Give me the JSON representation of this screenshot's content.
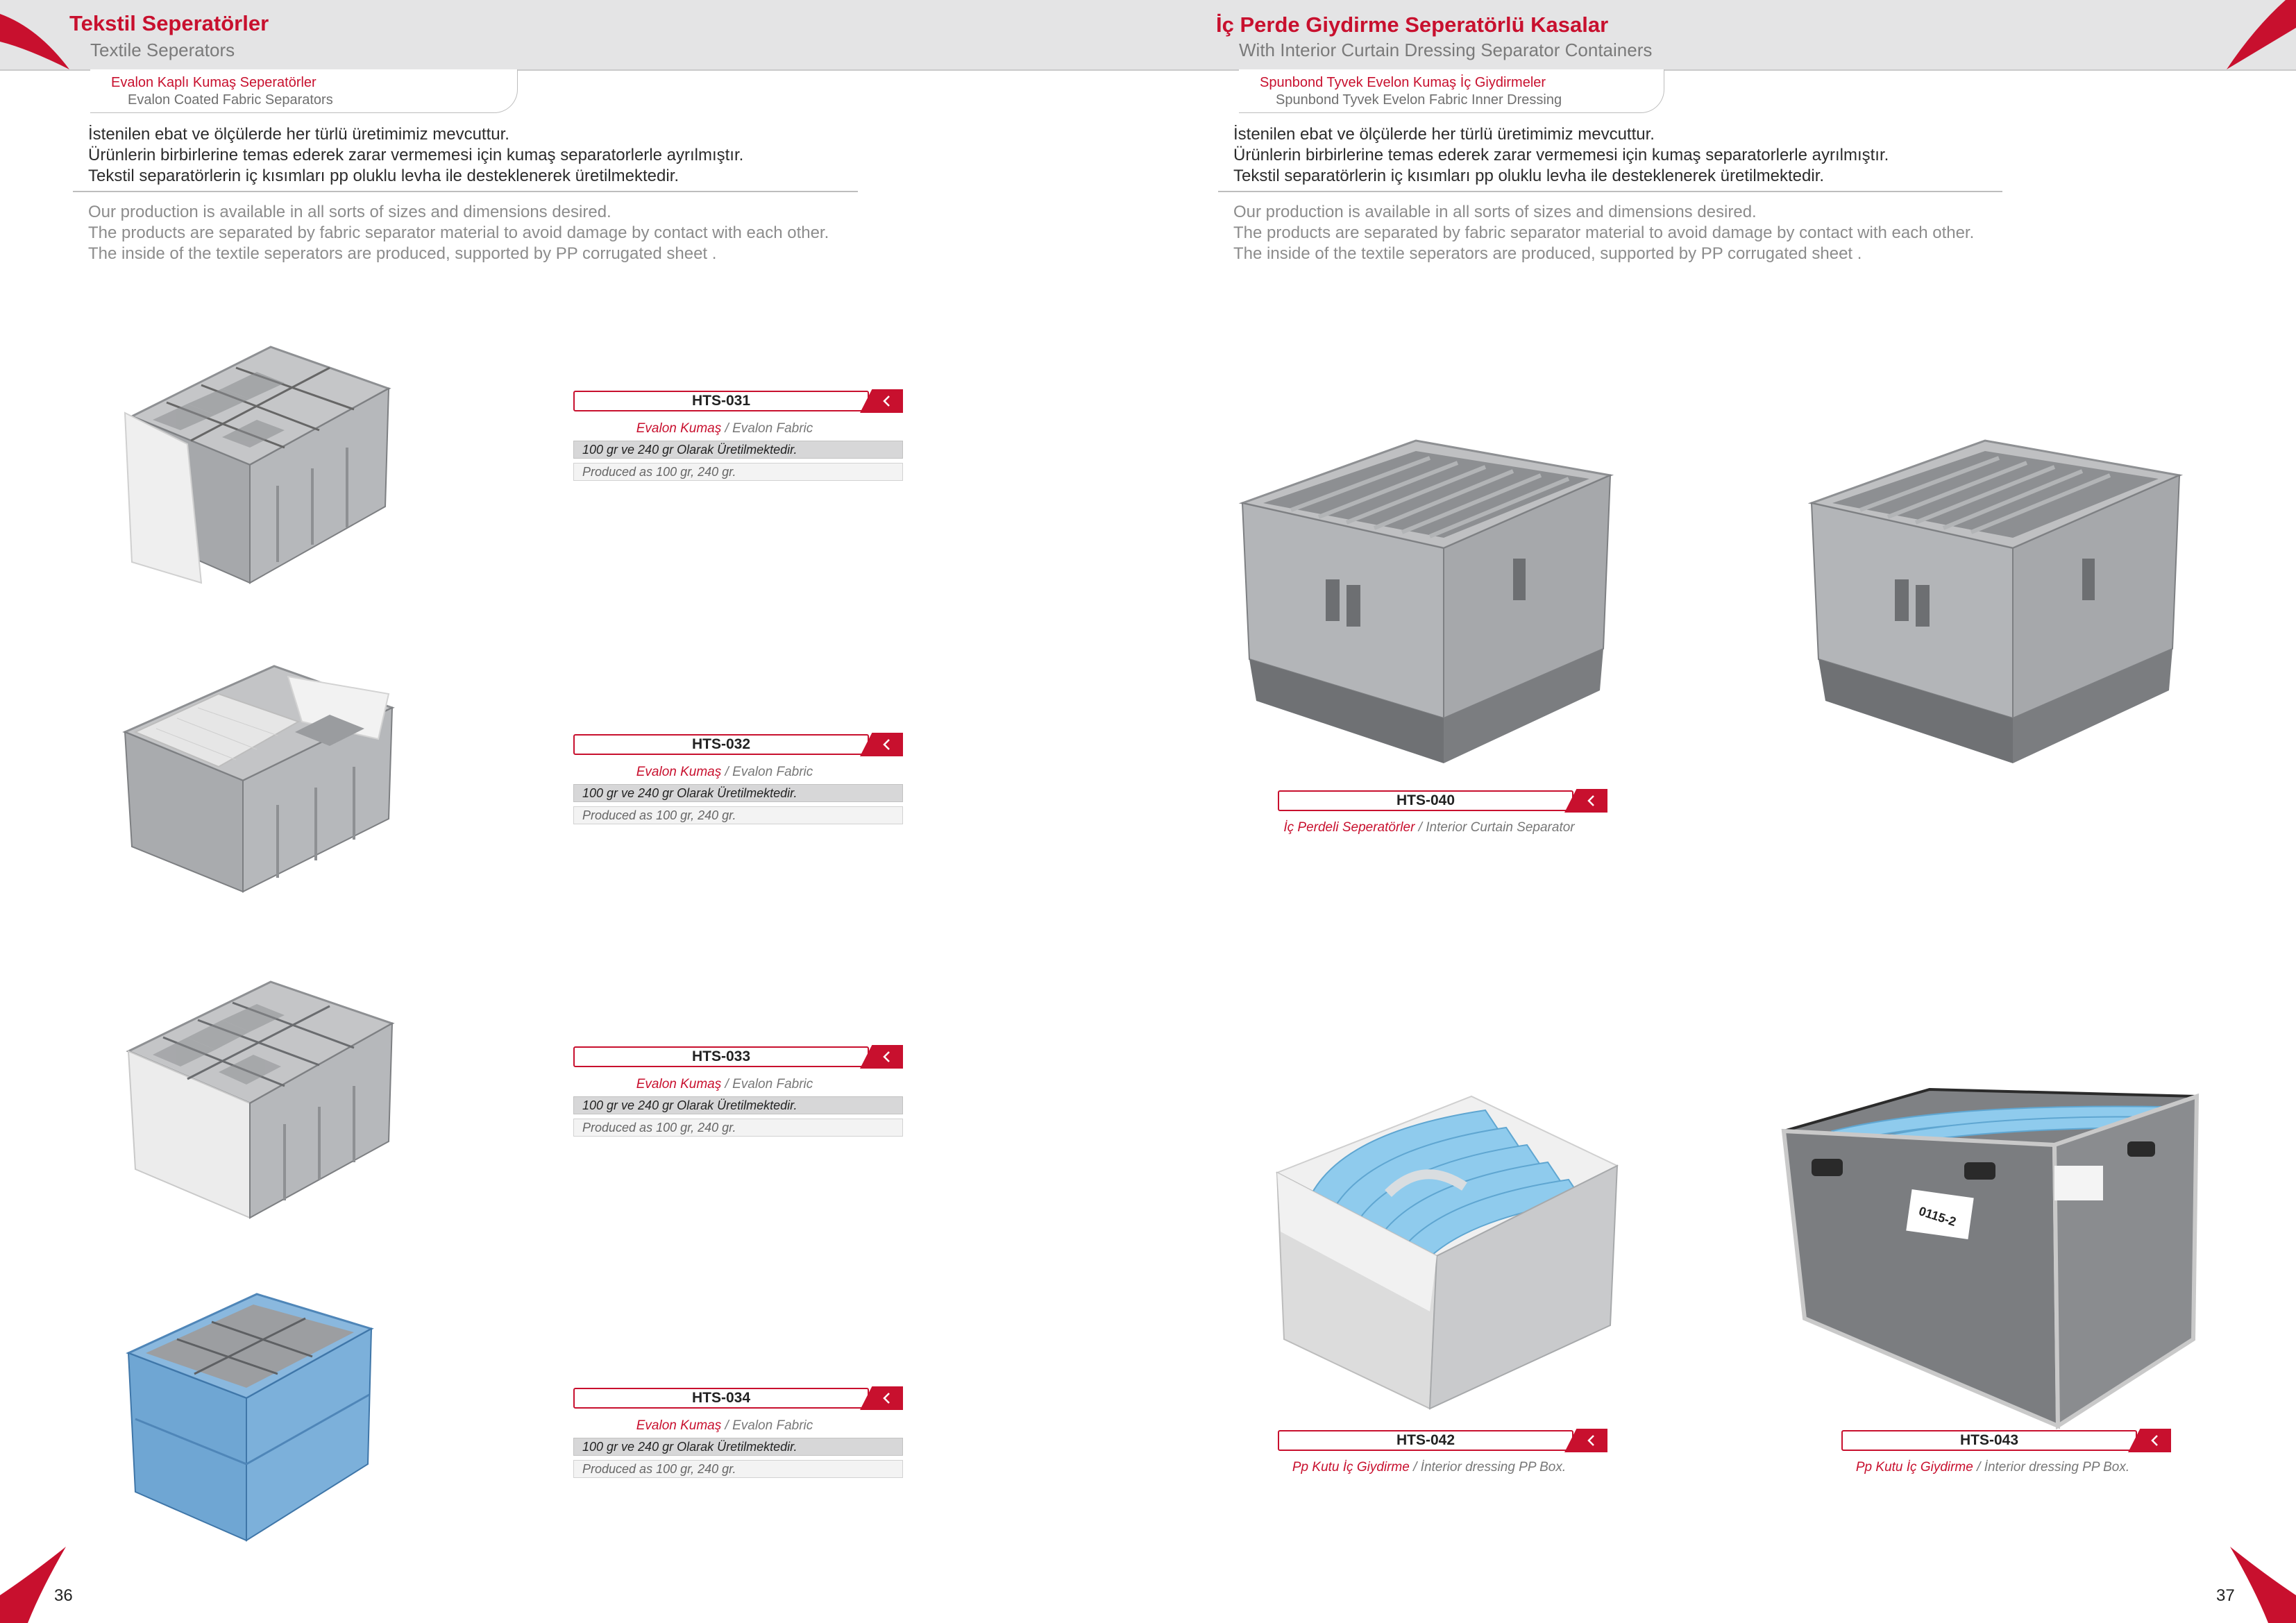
{
  "left_page": {
    "title_tr": "Tekstil Seperatörler",
    "title_en": "Textile Seperators",
    "subtab_tr": "Evalon Kaplı Kumaş Seperatörler",
    "subtab_en": "Evalon Coated Fabric Separators",
    "desc_tr": [
      "İstenilen ebat ve ölçülerde her türlü üretimimiz mevcuttur.",
      "Ürünlerin birbirlerine temas ederek zarar vermemesi için kumaş separatorlerle ayrılmıştır.",
      "Tekstil separatörlerin iç kısımları pp oluklu levha ile desteklenerek üretilmektedir."
    ],
    "desc_en": [
      "Our production is available in all sorts of sizes and dimensions desired.",
      "The products are separated by fabric  separator material to avoid damage by contact with each other.",
      "The inside of the textile seperators  are produced, supported by PP corrugated sheet ."
    ],
    "products": [
      {
        "code": "HTS-031",
        "material_tr": "Evalon Kumaş",
        "material_en": " / Evalon Fabric",
        "spec_tr": "100 gr ve 240 gr Olarak Üretilmektedir.",
        "spec_en": "Produced as 100 gr, 240 gr."
      },
      {
        "code": "HTS-032",
        "material_tr": "Evalon Kumaş",
        "material_en": " / Evalon Fabric",
        "spec_tr": "100 gr ve 240 gr Olarak Üretilmektedir.",
        "spec_en": "Produced as 100 gr, 240 gr."
      },
      {
        "code": "HTS-033",
        "material_tr": "Evalon Kumaş",
        "material_en": " / Evalon Fabric",
        "spec_tr": "100 gr ve 240 gr Olarak Üretilmektedir.",
        "spec_en": "Produced as 100 gr, 240 gr."
      },
      {
        "code": "HTS-034",
        "material_tr": "Evalon Kumaş",
        "material_en": " / Evalon Fabric",
        "spec_tr": "100 gr ve 240 gr Olarak Üretilmektedir.",
        "spec_en": "Produced as 100 gr, 240 gr."
      }
    ],
    "page_number": "36"
  },
  "right_page": {
    "title_tr": "İç Perde Giydirme Seperatörlü Kasalar",
    "title_en": "With Interior Curtain Dressing Separator Containers",
    "subtab_tr": "Spunbond Tyvek Evelon Kumaş İç Giydirmeler",
    "subtab_en": "Spunbond Tyvek Evelon Fabric Inner Dressing",
    "desc_tr": [
      "İstenilen ebat ve ölçülerde her türlü üretimimiz mevcuttur.",
      "Ürünlerin birbirlerine temas ederek zarar vermemesi için kumaş separatorlerle ayrılmıştır.",
      "Tekstil separatörlerin iç kısımları pp oluklu levha ile desteklenerek üretilmektedir."
    ],
    "desc_en": [
      "Our production is available in all sorts of sizes and dimensions desired.",
      "The products are separated by fabric  separator material to avoid damage by contact with each other.",
      "The inside of the textile seperators  are produced, supported by PP corrugated sheet ."
    ],
    "products": [
      {
        "code": "HTS-040",
        "caption_tr": "İç Perdeli Seperatörler",
        "caption_en": " / Interior Curtain  Separator"
      },
      {
        "code": "HTS-042",
        "caption_tr": "Pp Kutu İç Giydirme",
        "caption_en": " / İnterior dressing PP Box."
      },
      {
        "code": "HTS-043",
        "caption_tr": "Pp Kutu İç Giydirme",
        "caption_en": " / İnterior dressing PP Box."
      }
    ],
    "box_label": "0115-2",
    "page_number": "37"
  },
  "colors": {
    "brand_red": "#c8102e",
    "header_gray": "#e4e4e5",
    "crate_gray": "#a9abae",
    "crate_blue": "#6fa6d3",
    "curtain_blue": "#8fcbed"
  }
}
